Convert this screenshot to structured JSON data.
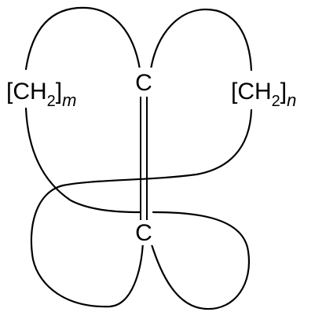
{
  "labels": {
    "top_atom": "C",
    "bottom_atom": "C",
    "left_chain_base": "[CH",
    "left_chain_sub": "2",
    "left_chain_close": "]",
    "left_chain_index": "m",
    "right_chain_base": "[CH",
    "right_chain_sub": "2",
    "right_chain_close": "]",
    "right_chain_index": "n"
  },
  "colors": {
    "stroke": "#000000",
    "background": "#ffffff"
  }
}
